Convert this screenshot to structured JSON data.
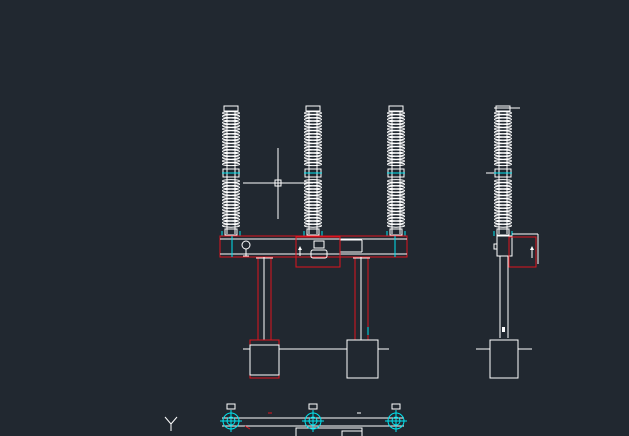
{
  "colors": {
    "background": "#212830",
    "white": "#ffffff",
    "red": "#e0141e",
    "cyan": "#00e5f0"
  },
  "viewport": {
    "cursor": "crosshair-cursor",
    "ucs_icon": "ucs-y-axis-icon"
  },
  "drawing": {
    "views": [
      "front-elevation",
      "side-elevation",
      "plan-view"
    ],
    "insulator_count": 3
  }
}
